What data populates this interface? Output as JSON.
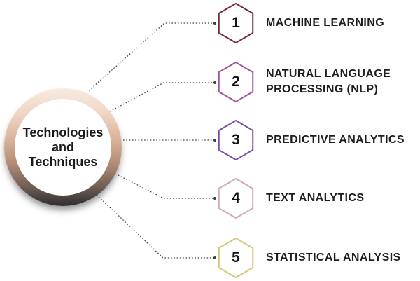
{
  "center": {
    "label": "Technologies and Techniques"
  },
  "items": [
    {
      "number": "1",
      "label": "MACHINE LEARNING",
      "color": "#722b33"
    },
    {
      "number": "2",
      "label": "NATURAL LANGUAGE PROCESSING (NLP)",
      "color": "#a1549c"
    },
    {
      "number": "3",
      "label": "PREDICTIVE ANALYTICS",
      "color": "#7a4fa5"
    },
    {
      "number": "4",
      "label": "TEXT ANALYTICS",
      "color": "#cfaab8"
    },
    {
      "number": "5",
      "label": "STATISTICAL ANALYSIS",
      "color": "#d7c477"
    }
  ],
  "colors": {
    "background": "#ffffff",
    "connector": "#3f3f3f",
    "label_text": "#1e1e1e",
    "number_text": "#121212",
    "ring_top": "#f8ebe1",
    "ring_mid": "#b08a74",
    "ring_bottom": "#2e2c30"
  }
}
